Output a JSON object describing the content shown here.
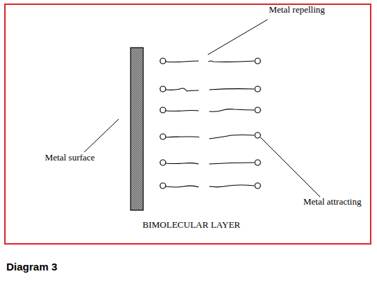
{
  "diagram": {
    "caption": "Diagram 3",
    "labels": [
      "Metal repelling",
      "Metal surface",
      "Metal attracting",
      "BIMOLECULAR LAYER"
    ]
  }
}
